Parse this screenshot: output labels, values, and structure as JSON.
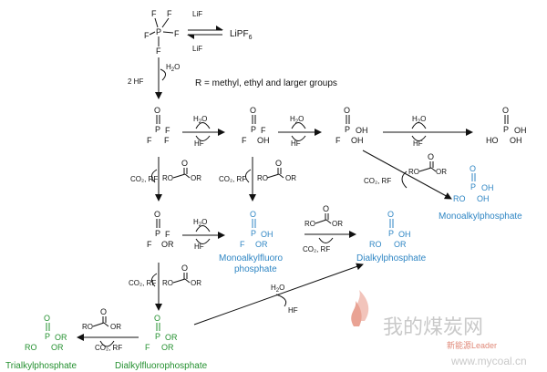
{
  "reagents": {
    "lif": "LiF",
    "lipf6_base": "LiPF",
    "lipf6_sub": "6",
    "h2o_base": "H",
    "h2o_sub": "2",
    "h2o_end": "O",
    "hf": "HF",
    "two_hf": "2 HF",
    "co2_rf": "CO₂, RF",
    "rf": "RF"
  },
  "note": "R = methyl, ethyl and larger groups",
  "atoms": {
    "F": "F",
    "P": "P",
    "O": "O",
    "OH": "OH",
    "HO": "HO",
    "OR": "OR",
    "RO": "RO"
  },
  "labels": {
    "monoalkylphosphate": "Monoalkylphosphate",
    "monoalkylfluoro_1": "Monoalkylfluoro",
    "monoalkylfluoro_2": "phosphate",
    "dialkylphosphate": "Dialkylphosphate",
    "trialkylphosphate": "Trialkylphosphate",
    "dialkylfluorophosphate": "Dialkylfluorophosphate"
  },
  "watermark": {
    "site_cn": "我的煤炭网",
    "site_url": "www.mycoal.cn",
    "author": "新能源Leader"
  },
  "colors": {
    "main": "#111111",
    "product_blue": "#2f86c4",
    "product_green": "#23902f"
  }
}
